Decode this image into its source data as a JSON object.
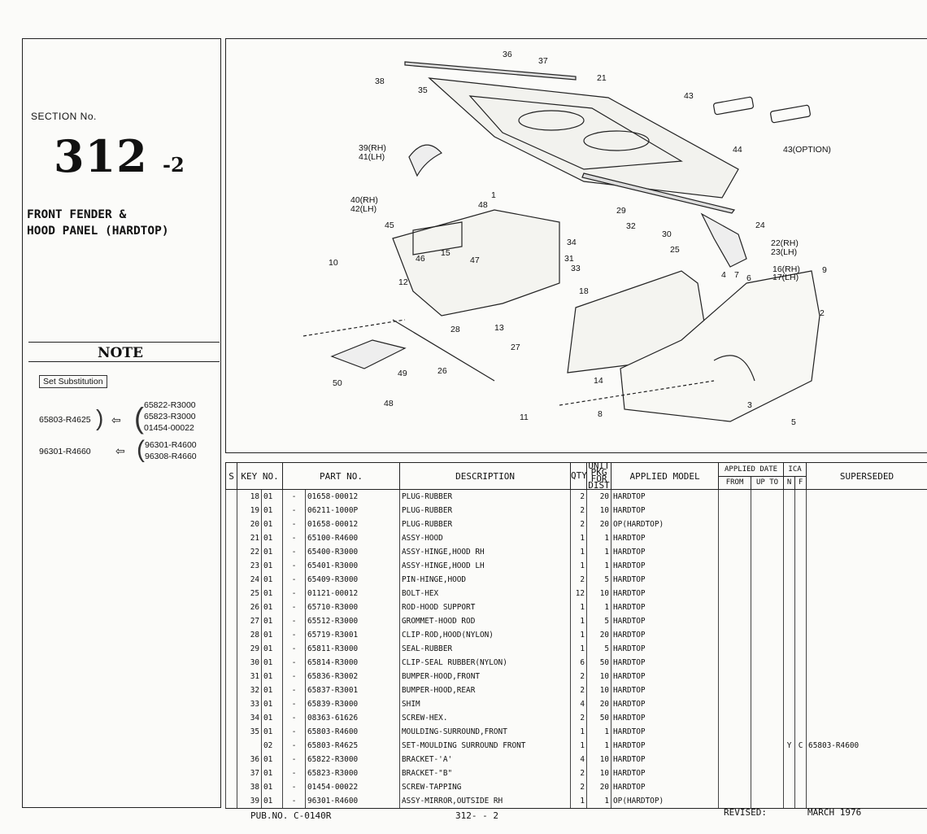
{
  "section": {
    "label": "SECTION No.",
    "number": "312",
    "sub": "-2"
  },
  "title": "FRONT FENDER &\nHOOD PANEL (HARDTOP)",
  "note": {
    "title": "NOTE",
    "set_substitution": "Set Substitution",
    "groups": [
      {
        "from": "65803-R4625",
        "to": [
          "65822-R3000",
          "65823-R3000",
          "01454-00022"
        ]
      },
      {
        "from": "96301-R4660",
        "to": [
          "96301-R4600",
          "96308-R4660"
        ]
      }
    ]
  },
  "diagram": {
    "callouts": [
      "36",
      "37",
      "38",
      "35",
      "21",
      "43",
      "44",
      "43(OPTION)",
      "39(RH)",
      "41(LH)",
      "1",
      "48",
      "40(RH)",
      "42(LH)",
      "29",
      "45",
      "32",
      "24",
      "22(RH)",
      "23(LH)",
      "34",
      "25",
      "10",
      "46",
      "15",
      "47",
      "31",
      "33",
      "12",
      "16(RH)",
      "17(LH)",
      "9",
      "4",
      "7",
      "6",
      "18",
      "2",
      "28",
      "13",
      "27",
      "26",
      "14",
      "50",
      "49",
      "48",
      "3",
      "5",
      "11",
      "8",
      "30"
    ]
  },
  "table": {
    "headers": {
      "s": "S",
      "key": "KEY NO.",
      "part": "PART  NO.",
      "desc": "DESCRIPTION",
      "qty": "QTY",
      "unit": "UNIT PKG FOR DIST",
      "model": "APPLIED MODEL",
      "date": "APPLIED DATE",
      "from": "FROM",
      "upto": "UP TO",
      "ica": "ICA",
      "n": "N",
      "f": "F",
      "superseded": "SUPERSEDED"
    },
    "rows": [
      {
        "key": "18",
        "sub": "01",
        "part": "01658-00012",
        "desc": "PLUG-RUBBER",
        "qty": "2",
        "unit": "20",
        "model": "HARDTOP",
        "n": "",
        "f": "",
        "sup": ""
      },
      {
        "key": "19",
        "sub": "01",
        "part": "06211-1000P",
        "desc": "PLUG-RUBBER",
        "qty": "2",
        "unit": "10",
        "model": "HARDTOP",
        "n": "",
        "f": "",
        "sup": ""
      },
      {
        "key": "20",
        "sub": "01",
        "part": "01658-00012",
        "desc": "PLUG-RUBBER",
        "qty": "2",
        "unit": "20",
        "model": "OP(HARDTOP)",
        "n": "",
        "f": "",
        "sup": ""
      },
      {
        "key": "21",
        "sub": "01",
        "part": "65100-R4600",
        "desc": "ASSY-HOOD",
        "qty": "1",
        "unit": "1",
        "model": "HARDTOP",
        "n": "",
        "f": "",
        "sup": ""
      },
      {
        "key": "22",
        "sub": "01",
        "part": "65400-R3000",
        "desc": "ASSY-HINGE,HOOD RH",
        "qty": "1",
        "unit": "1",
        "model": "HARDTOP",
        "n": "",
        "f": "",
        "sup": ""
      },
      {
        "key": "23",
        "sub": "01",
        "part": "65401-R3000",
        "desc": "ASSY-HINGE,HOOD LH",
        "qty": "1",
        "unit": "1",
        "model": "HARDTOP",
        "n": "",
        "f": "",
        "sup": ""
      },
      {
        "key": "24",
        "sub": "01",
        "part": "65409-R3000",
        "desc": "PIN-HINGE,HOOD",
        "qty": "2",
        "unit": "5",
        "model": "HARDTOP",
        "n": "",
        "f": "",
        "sup": ""
      },
      {
        "key": "25",
        "sub": "01",
        "part": "01121-00012",
        "desc": "BOLT-HEX",
        "qty": "12",
        "unit": "10",
        "model": "HARDTOP",
        "n": "",
        "f": "",
        "sup": ""
      },
      {
        "key": "26",
        "sub": "01",
        "part": "65710-R3000",
        "desc": "ROD-HOOD SUPPORT",
        "qty": "1",
        "unit": "1",
        "model": "HARDTOP",
        "n": "",
        "f": "",
        "sup": ""
      },
      {
        "key": "27",
        "sub": "01",
        "part": "65512-R3000",
        "desc": "GROMMET-HOOD ROD",
        "qty": "1",
        "unit": "5",
        "model": "HARDTOP",
        "n": "",
        "f": "",
        "sup": ""
      },
      {
        "key": "28",
        "sub": "01",
        "part": "65719-R3001",
        "desc": "CLIP-ROD,HOOD(NYLON)",
        "qty": "1",
        "unit": "20",
        "model": "HARDTOP",
        "n": "",
        "f": "",
        "sup": ""
      },
      {
        "key": "29",
        "sub": "01",
        "part": "65811-R3000",
        "desc": "SEAL-RUBBER",
        "qty": "1",
        "unit": "5",
        "model": "HARDTOP",
        "n": "",
        "f": "",
        "sup": ""
      },
      {
        "key": "30",
        "sub": "01",
        "part": "65814-R3000",
        "desc": "CLIP-SEAL RUBBER(NYLON)",
        "qty": "6",
        "unit": "50",
        "model": "HARDTOP",
        "n": "",
        "f": "",
        "sup": ""
      },
      {
        "key": "31",
        "sub": "01",
        "part": "65836-R3002",
        "desc": "BUMPER-HOOD,FRONT",
        "qty": "2",
        "unit": "10",
        "model": "HARDTOP",
        "n": "",
        "f": "",
        "sup": ""
      },
      {
        "key": "32",
        "sub": "01",
        "part": "65837-R3001",
        "desc": "BUMPER-HOOD,REAR",
        "qty": "2",
        "unit": "10",
        "model": "HARDTOP",
        "n": "",
        "f": "",
        "sup": ""
      },
      {
        "key": "33",
        "sub": "01",
        "part": "65839-R3000",
        "desc": "SHIM",
        "qty": "4",
        "unit": "20",
        "model": "HARDTOP",
        "n": "",
        "f": "",
        "sup": ""
      },
      {
        "key": "34",
        "sub": "01",
        "part": "08363-61626",
        "desc": "SCREW-HEX.",
        "qty": "2",
        "unit": "50",
        "model": "HARDTOP",
        "n": "",
        "f": "",
        "sup": ""
      },
      {
        "key": "35",
        "sub": "01",
        "part": "65803-R4600",
        "desc": "MOULDING-SURROUND,FRONT",
        "qty": "1",
        "unit": "1",
        "model": "HARDTOP",
        "n": "",
        "f": "",
        "sup": ""
      },
      {
        "key": "",
        "sub": "02",
        "part": "65803-R4625",
        "desc": "SET-MOULDING SURROUND FRONT",
        "qty": "1",
        "unit": "1",
        "model": "HARDTOP",
        "n": "Y",
        "f": "C",
        "sup": "65803-R4600"
      },
      {
        "key": "36",
        "sub": "01",
        "part": "65822-R3000",
        "desc": "BRACKET-'A'",
        "qty": "4",
        "unit": "10",
        "model": "HARDTOP",
        "n": "",
        "f": "",
        "sup": ""
      },
      {
        "key": "37",
        "sub": "01",
        "part": "65823-R3000",
        "desc": "BRACKET-\"B\"",
        "qty": "2",
        "unit": "10",
        "model": "HARDTOP",
        "n": "",
        "f": "",
        "sup": ""
      },
      {
        "key": "38",
        "sub": "01",
        "part": "01454-00022",
        "desc": "SCREW-TAPPING",
        "qty": "2",
        "unit": "20",
        "model": "HARDTOP",
        "n": "",
        "f": "",
        "sup": ""
      },
      {
        "key": "39",
        "sub": "01",
        "part": "96301-R4600",
        "desc": "ASSY-MIRROR,OUTSIDE RH",
        "qty": "1",
        "unit": "1",
        "model": "OP(HARDTOP)",
        "n": "",
        "f": "",
        "sup": ""
      }
    ]
  },
  "footer": {
    "pub": "PUB.NO. C-0140R",
    "page": "312- - 2",
    "revised_label": "REVISED:",
    "revised_date": "MARCH 1976"
  }
}
